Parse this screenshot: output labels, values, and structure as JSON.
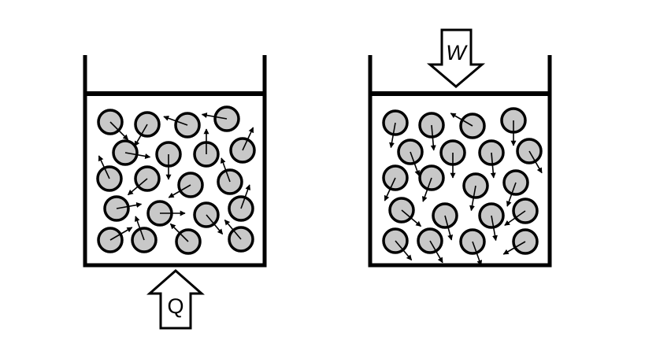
{
  "left_container": {
    "heat_arrow_label": "Q",
    "heat_arrow_direction": "up",
    "molecule_motion": "random"
  },
  "right_container": {
    "work_arrow_label": "W",
    "work_arrow_direction": "down",
    "molecule_motion": "downward"
  },
  "colors": {
    "molecule_fill": "#c8c8c8",
    "stroke": "#000000",
    "background": "#ffffff"
  }
}
